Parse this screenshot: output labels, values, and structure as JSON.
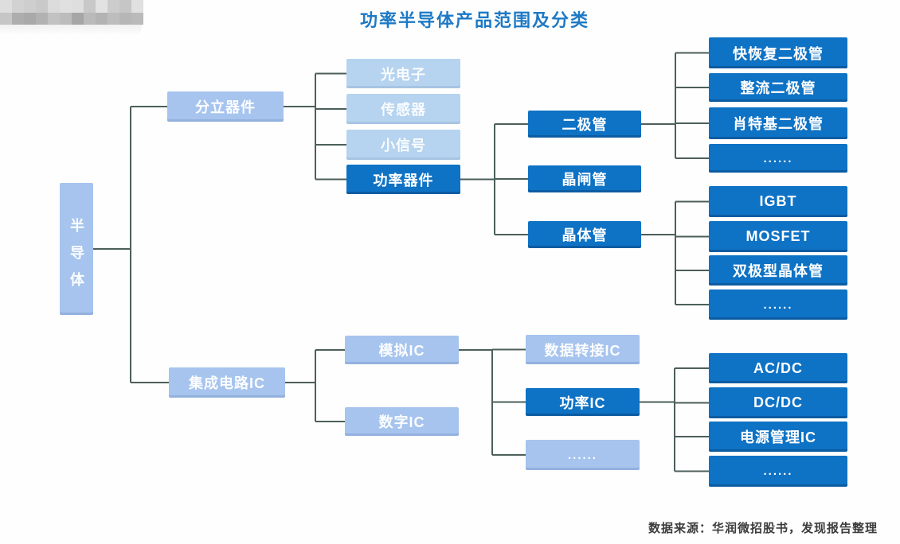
{
  "title": "功率半导体产品范围及分类",
  "footer": "数据来源：华润微招股书，发现报告整理",
  "colors": {
    "background": "#fefefe",
    "title_text": "#1d79c5",
    "footer_text": "#3c3c3c",
    "dark_box": "#0e72c5",
    "light_box": "#a6c4ee",
    "lighter_box": "#b6d3ef",
    "box_text": "#ffffff",
    "connector": "#4c5f5b"
  },
  "watermark": {
    "rows": [
      [
        "#dedede",
        "#d2d2d2",
        "#cecece",
        "#c9c9c9",
        "#dbdbdb",
        "#e0e0e0",
        "#dedede",
        "#c8c8c8",
        "#e2e2e2",
        "#cccccc",
        "#c6c6c6",
        "#e0e0e0"
      ],
      [
        "#c6c6c6",
        "#adadad",
        "#a9a9a9",
        "#b2b2b2",
        "#c2c2c2",
        "#bcbcbc",
        "#a6a6a6",
        "#bababa",
        "#b3b3b3",
        "#bdbdbd",
        "#b6b6b6",
        "#bababa"
      ]
    ]
  },
  "diagram": {
    "nodes": [
      {
        "id": "semiconductor",
        "label": "半导体",
        "variant": "root"
      },
      {
        "id": "discrete-devices",
        "label": "分立器件",
        "variant": "light"
      },
      {
        "id": "optoelectronics",
        "label": "光电子",
        "variant": "lighter"
      },
      {
        "id": "sensor",
        "label": "传感器",
        "variant": "lighter"
      },
      {
        "id": "small-signal",
        "label": "小信号",
        "variant": "lighter"
      },
      {
        "id": "power-devices",
        "label": "功率器件",
        "variant": "dark"
      },
      {
        "id": "diode",
        "label": "二极管",
        "variant": "dark"
      },
      {
        "id": "thyristor",
        "label": "晶闸管",
        "variant": "dark"
      },
      {
        "id": "transistor",
        "label": "晶体管",
        "variant": "dark"
      },
      {
        "id": "fast-recovery-diode",
        "label": "快恢复二极管",
        "variant": "dark"
      },
      {
        "id": "rectifier-diode",
        "label": "整流二极管",
        "variant": "dark"
      },
      {
        "id": "schottky-diode",
        "label": "肖特基二极管",
        "variant": "dark"
      },
      {
        "id": "diode-more",
        "label": "......",
        "variant": "dark dots"
      },
      {
        "id": "igbt",
        "label": "IGBT",
        "variant": "dark"
      },
      {
        "id": "mosfet",
        "label": "MOSFET",
        "variant": "dark"
      },
      {
        "id": "bipolar-transistor",
        "label": "双极型晶体管",
        "variant": "dark"
      },
      {
        "id": "transistor-more",
        "label": "......",
        "variant": "dark dots"
      },
      {
        "id": "integrated-circuit",
        "label": "集成电路IC",
        "variant": "light"
      },
      {
        "id": "analog-ic",
        "label": "模拟IC",
        "variant": "light"
      },
      {
        "id": "digital-ic",
        "label": "数字IC",
        "variant": "light"
      },
      {
        "id": "data-converter-ic",
        "label": "数据转接IC",
        "variant": "light"
      },
      {
        "id": "power-ic",
        "label": "功率IC",
        "variant": "dark"
      },
      {
        "id": "analog-ic-more",
        "label": "......",
        "variant": "light dots"
      },
      {
        "id": "ac-dc",
        "label": "AC/DC",
        "variant": "dark"
      },
      {
        "id": "dc-dc",
        "label": "DC/DC",
        "variant": "dark"
      },
      {
        "id": "power-management-ic",
        "label": "电源管理IC",
        "variant": "dark"
      },
      {
        "id": "power-ic-more",
        "label": "......",
        "variant": "dark dots"
      }
    ],
    "groups": [
      {
        "parent": "semiconductor",
        "children": [
          "discrete-devices",
          "integrated-circuit"
        ]
      },
      {
        "parent": "discrete-devices",
        "children": [
          "optoelectronics",
          "sensor",
          "small-signal",
          "power-devices"
        ]
      },
      {
        "parent": "power-devices",
        "children": [
          "diode",
          "thyristor",
          "transistor"
        ]
      },
      {
        "parent": "diode",
        "children": [
          "fast-recovery-diode",
          "rectifier-diode",
          "schottky-diode",
          "diode-more"
        ]
      },
      {
        "parent": "transistor",
        "children": [
          "igbt",
          "mosfet",
          "bipolar-transistor",
          "transistor-more"
        ]
      },
      {
        "parent": "integrated-circuit",
        "children": [
          "analog-ic",
          "digital-ic"
        ]
      },
      {
        "parent": "analog-ic",
        "children": [
          "data-converter-ic",
          "power-ic",
          "analog-ic-more"
        ]
      },
      {
        "parent": "power-ic",
        "children": [
          "ac-dc",
          "dc-dc",
          "power-management-ic",
          "power-ic-more"
        ]
      }
    ]
  }
}
